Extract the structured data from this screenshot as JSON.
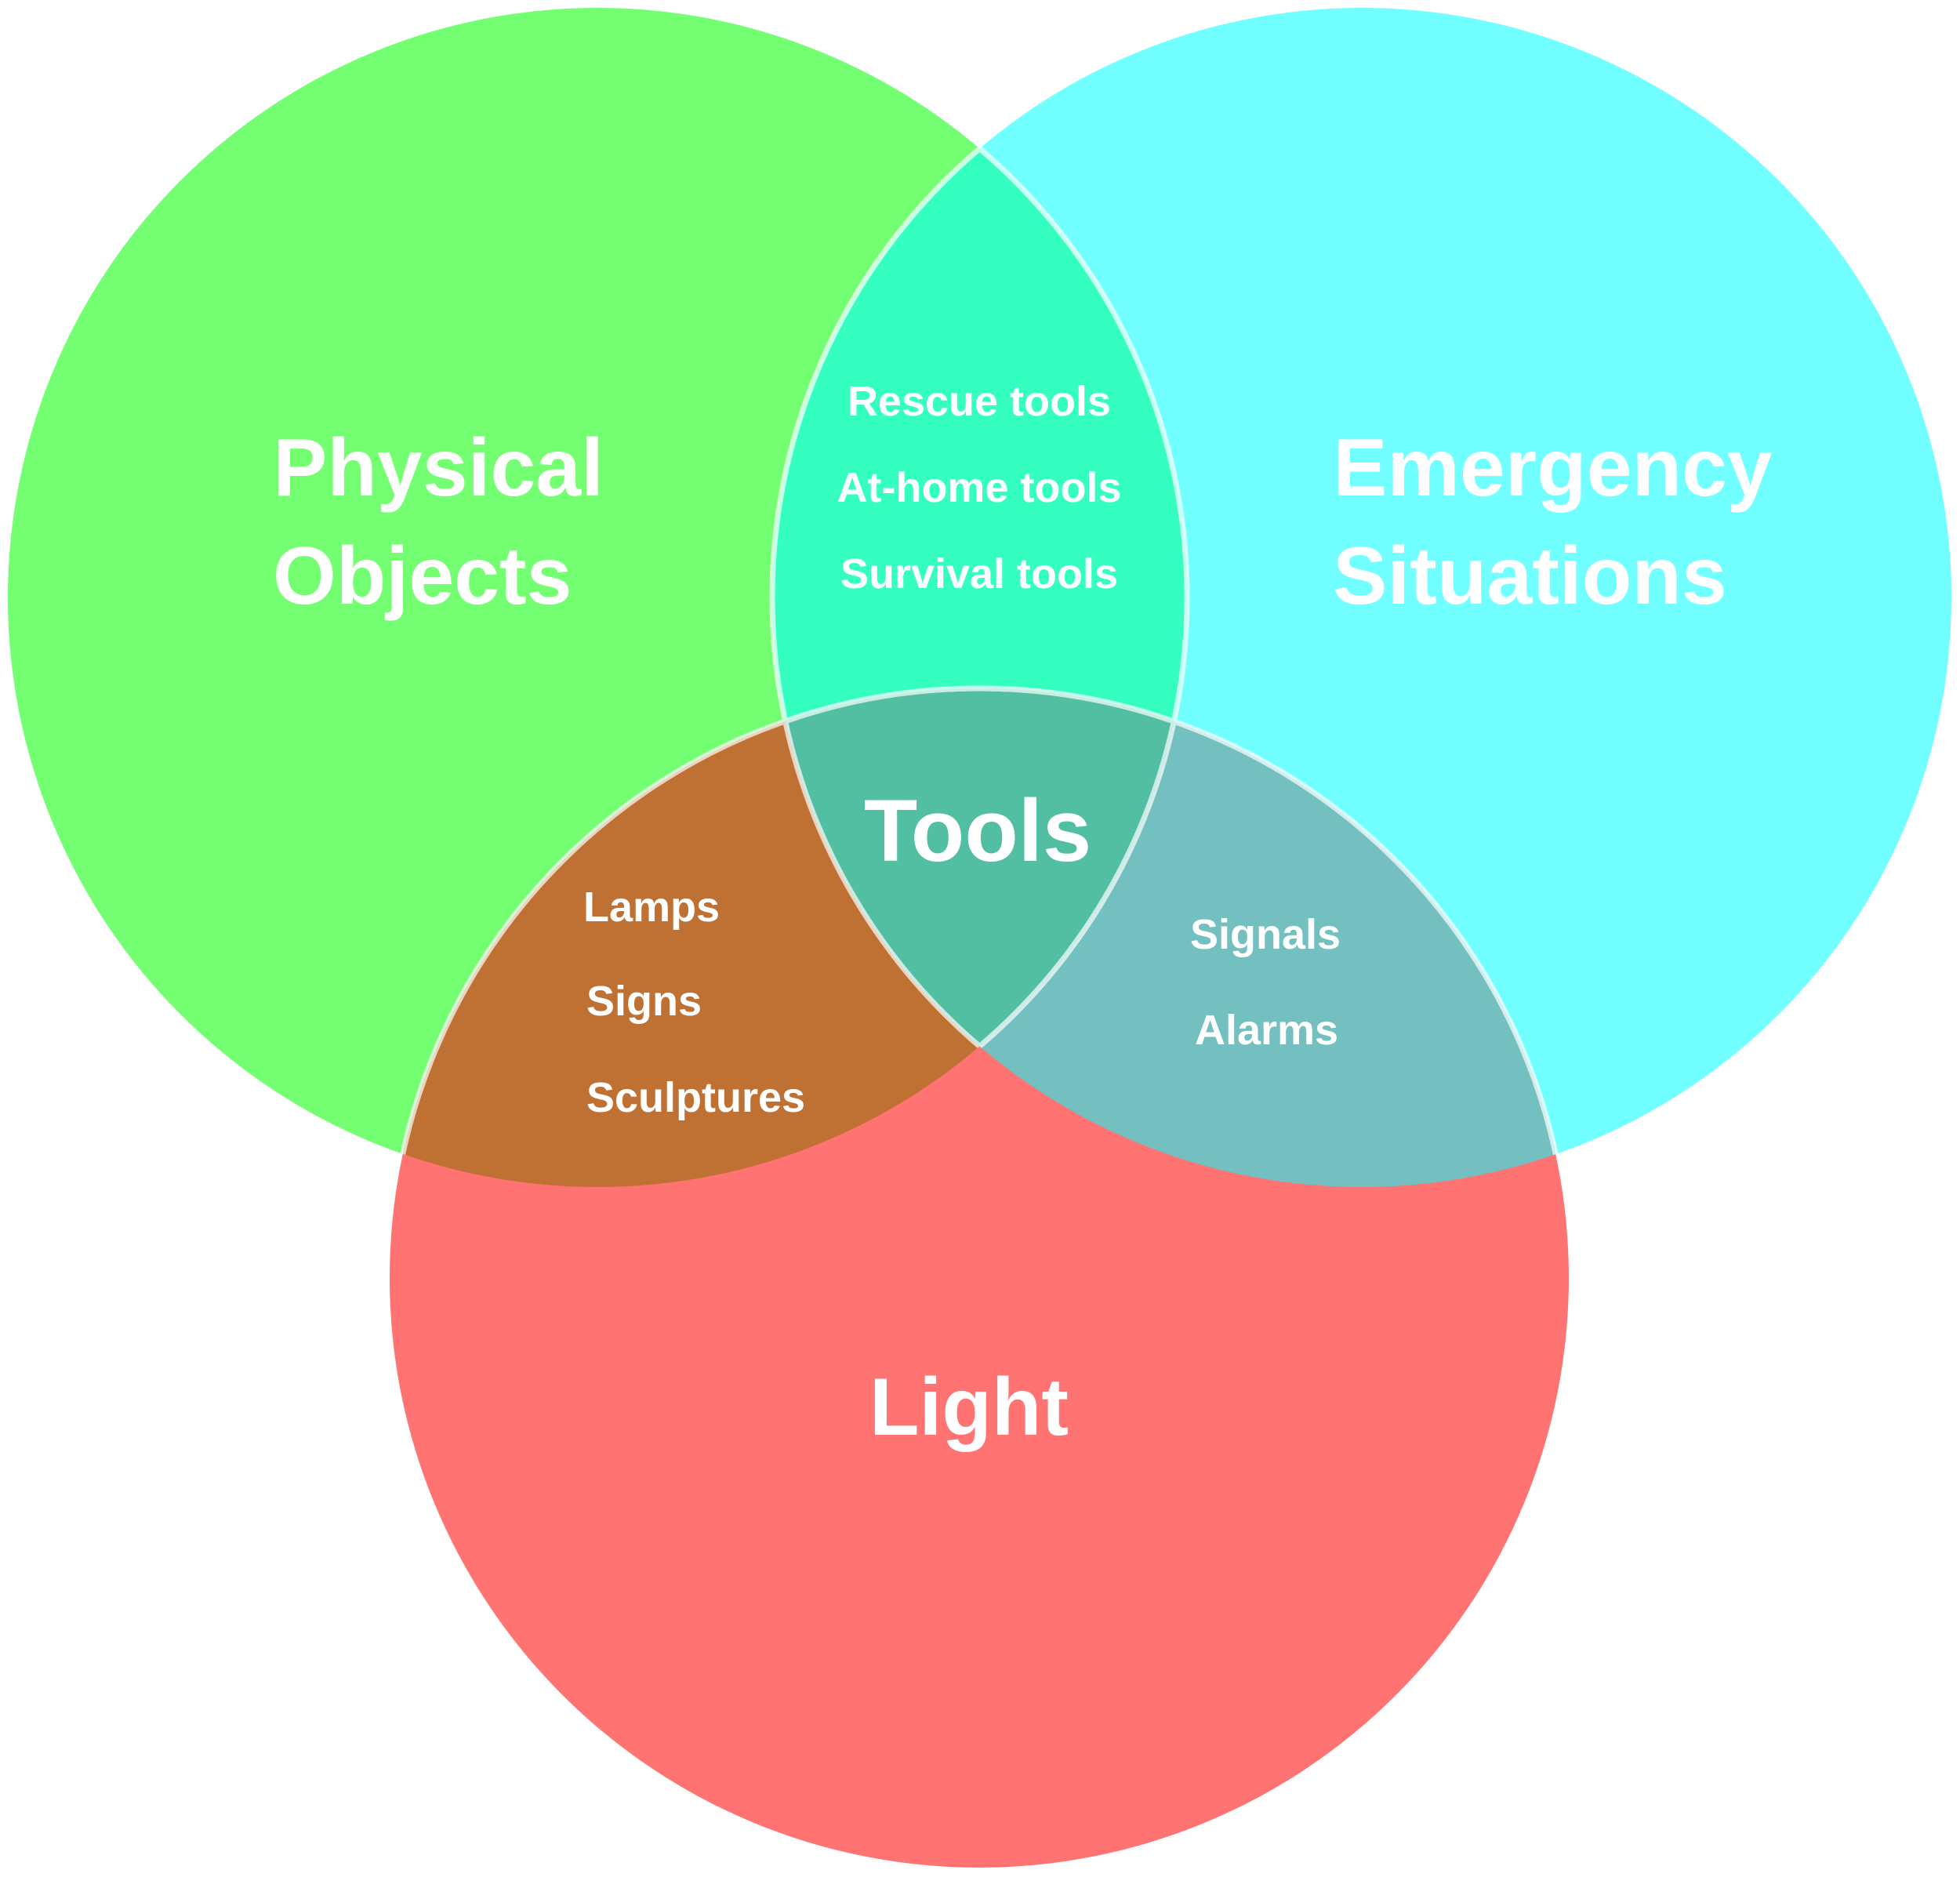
{
  "diagram": {
    "type": "venn",
    "sets": [
      {
        "id": "physical",
        "label_lines": [
          "Physical",
          "Objects"
        ],
        "color": "#74FF72"
      },
      {
        "id": "emergency",
        "label_lines": [
          "Emergency",
          "Situations"
        ],
        "color": "#72FFFF"
      },
      {
        "id": "light",
        "label_lines": [
          "Light"
        ],
        "color": "#FF7372"
      }
    ],
    "intersections": {
      "physical_emergency": {
        "color": "#34FFC0",
        "items": [
          "Rescue tools",
          "At-home tools",
          "Survival tools"
        ]
      },
      "physical_light": {
        "color": "#BF7033",
        "items": [
          "Lamps",
          "Signs",
          "Sculptures"
        ]
      },
      "emergency_light": {
        "color": "#74BFC0",
        "items": [
          "Signals",
          "Alarms"
        ]
      },
      "all": {
        "color": "#52BEA2",
        "label": "Tools"
      }
    },
    "outline_color": "#FFFFFF"
  }
}
